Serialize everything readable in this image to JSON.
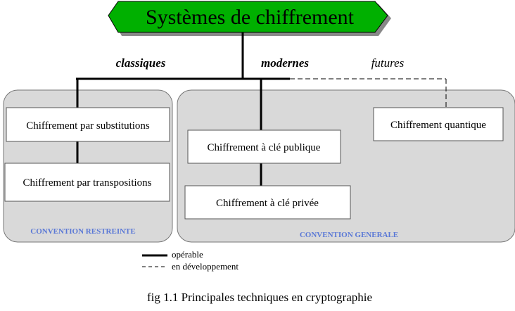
{
  "title": "Systèmes de chiffrement",
  "branches": {
    "classic": "classiques",
    "modern": "modernes",
    "future": "futures"
  },
  "groups": {
    "restricted": "CONVENTION RESTREINTE",
    "general": "CONVENTION GENERALE"
  },
  "nodes": {
    "substitution": "Chiffrement par substitutions",
    "transposition": "Chiffrement par transpositions",
    "public_key": "Chiffrement à clé publique",
    "private_key": "Chiffrement à clé privée",
    "quantum": "Chiffrement quantique"
  },
  "legend": {
    "solid": "opérable",
    "dashed": "en développement"
  },
  "caption": "fig 1.1 Principales techniques en cryptographie",
  "colors": {
    "title_fill": "#00b000",
    "panel_fill": "#d9d9d9",
    "group_label": "#5a78d6",
    "line": "#000000"
  }
}
